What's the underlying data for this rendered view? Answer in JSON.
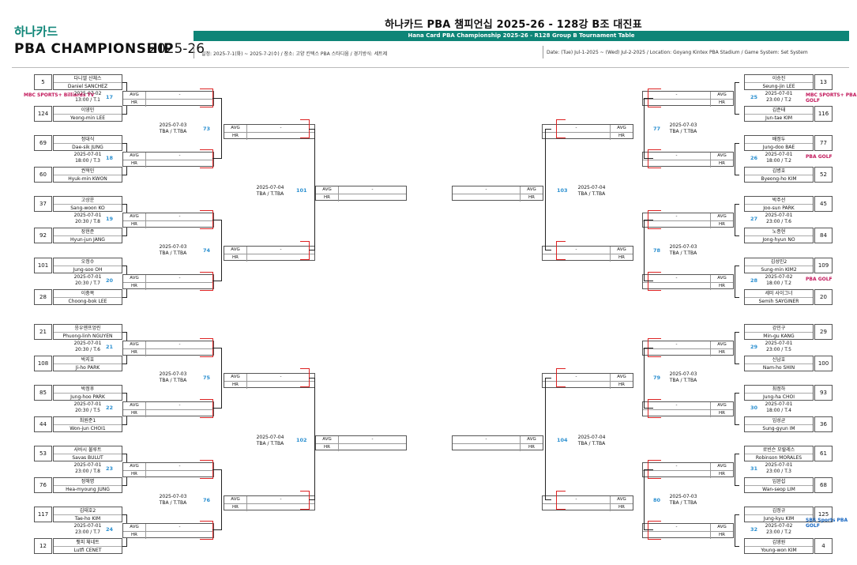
{
  "header": {
    "brand_hana": "하나카드",
    "brand_pba": "PBA CHAMPIONSHIP",
    "brand_year": "2025-26",
    "title": "하나카드 PBA 챔피언십 2025-26 - 128강 B조 대진표",
    "subtitle": "Hana Card PBA Championship 2025-26 - R128 Group B Tournament Table",
    "schedule_kr": "일정: 2025-7-1(화) ~ 2025-7-2(수) / 장소: 고양 킨텍스 PBA 스타디움 / 경기방식: 세트제",
    "schedule_en": "Date: (Tue) Jul-1-2025 ~ (Wed) Jul-2-2025 / Location: Goyang Kintex PBA Stadium / Game System: Set System"
  },
  "labels": {
    "avg": "AVG",
    "hr": "HR",
    "dash": "-"
  },
  "left_r128": [
    {
      "num": "17",
      "date": "2025-07-02",
      "time": "13:00 / T.1",
      "a": {
        "seed": "5",
        "kr": "다니엘 산체스",
        "en": "Daniel SANCHEZ"
      },
      "b": {
        "seed": "124",
        "kr": "이영민",
        "en": "Yeong-min LEE"
      },
      "logo": "MBC SPORTS+ Billiards TV"
    },
    {
      "num": "18",
      "date": "2025-07-01",
      "time": "18:00 / T.3",
      "a": {
        "seed": "69",
        "kr": "정대식",
        "en": "Dae-sik JUNG"
      },
      "b": {
        "seed": "60",
        "kr": "권혁민",
        "en": "Hyuk-min KWON"
      },
      "logo": ""
    },
    {
      "num": "19",
      "date": "2025-07-01",
      "time": "20:30 / T.8",
      "a": {
        "seed": "37",
        "kr": "고상운",
        "en": "Sang-woon KO"
      },
      "b": {
        "seed": "92",
        "kr": "장현준",
        "en": "Hyun-jun JANG"
      },
      "logo": ""
    },
    {
      "num": "20",
      "date": "2025-07-01",
      "time": "20:30 / T.7",
      "a": {
        "seed": "101",
        "kr": "오정수",
        "en": "Jung-soo OH"
      },
      "b": {
        "seed": "28",
        "kr": "이충복",
        "en": "Choong-bok LEE"
      },
      "logo": ""
    },
    {
      "num": "21",
      "date": "2025-07-01",
      "time": "20:30 / T.6",
      "a": {
        "seed": "21",
        "kr": "응우옌프엉린",
        "en": "Phuong-linh NGUYEN"
      },
      "b": {
        "seed": "108",
        "kr": "박지호",
        "en": "Ji-ho PARK"
      },
      "logo": ""
    },
    {
      "num": "22",
      "date": "2025-07-01",
      "time": "20:30 / T.5",
      "a": {
        "seed": "85",
        "kr": "박정후",
        "en": "Jung-hoo PARK"
      },
      "b": {
        "seed": "44",
        "kr": "최원준1",
        "en": "Won-jun CHOI1"
      },
      "logo": ""
    },
    {
      "num": "23",
      "date": "2025-07-01",
      "time": "23:00 / T.8",
      "a": {
        "seed": "53",
        "kr": "사바시 불루트",
        "en": "Savas BULUT"
      },
      "b": {
        "seed": "76",
        "kr": "정해명",
        "en": "Hea-myoung JUNG"
      },
      "logo": ""
    },
    {
      "num": "24",
      "date": "2025-07-01",
      "time": "23:00 / T.7",
      "a": {
        "seed": "117",
        "kr": "김태호2",
        "en": "Tae-ho KIM"
      },
      "b": {
        "seed": "12",
        "kr": "륏피 체네트",
        "en": "Lutfi CENET"
      },
      "logo": ""
    }
  ],
  "right_r128": [
    {
      "num": "25",
      "date": "2025-07-01",
      "time": "23:00 / T.2",
      "a": {
        "seed": "13",
        "kr": "이승진",
        "en": "Seung-jin LEE"
      },
      "b": {
        "seed": "116",
        "kr": "김준태",
        "en": "Jun-tae KIM"
      },
      "logo": "MBC SPORTS+ PBA GOLF"
    },
    {
      "num": "26",
      "date": "2025-07-01",
      "time": "18:00 / T.2",
      "a": {
        "seed": "77",
        "kr": "배정두",
        "en": "Jung-doo BAE"
      },
      "b": {
        "seed": "52",
        "kr": "김병호",
        "en": "Byeong-ho KIM"
      },
      "logo": "PBA GOLF"
    },
    {
      "num": "27",
      "date": "2025-07-01",
      "time": "23:00 / T.6",
      "a": {
        "seed": "45",
        "kr": "박주선",
        "en": "Joo-sun PARK"
      },
      "b": {
        "seed": "84",
        "kr": "노종현",
        "en": "Jong-hyun NO"
      },
      "logo": ""
    },
    {
      "num": "28",
      "date": "2025-07-02",
      "time": "18:00 / T.2",
      "a": {
        "seed": "109",
        "kr": "김성민2",
        "en": "Sung-min KIM2"
      },
      "b": {
        "seed": "20",
        "kr": "세미 사이그너",
        "en": "Semih SAYGINER"
      },
      "logo": "PBA GOLF"
    },
    {
      "num": "29",
      "date": "2025-07-01",
      "time": "23:00 / T.5",
      "a": {
        "seed": "29",
        "kr": "강민구",
        "en": "Min-gu KANG"
      },
      "b": {
        "seed": "100",
        "kr": "신남호",
        "en": "Nam-ho SHIN"
      },
      "logo": ""
    },
    {
      "num": "30",
      "date": "2025-07-01",
      "time": "18:00 / T.4",
      "a": {
        "seed": "93",
        "kr": "최정하",
        "en": "Jung-ha CHOI"
      },
      "b": {
        "seed": "36",
        "kr": "임성균",
        "en": "Sung-gyun IM"
      },
      "logo": ""
    },
    {
      "num": "31",
      "date": "2025-07-01",
      "time": "23:00 / T.3",
      "a": {
        "seed": "61",
        "kr": "로빈슨 모랄레스",
        "en": "Robinson MORALES"
      },
      "b": {
        "seed": "68",
        "kr": "임완섭",
        "en": "Wan-seop LIM"
      },
      "logo": ""
    },
    {
      "num": "32",
      "date": "2025-07-02",
      "time": "23:00 / T.2",
      "a": {
        "seed": "125",
        "kr": "김정규",
        "en": "Jung-kyu KIM"
      },
      "b": {
        "seed": "4",
        "kr": "김영원",
        "en": "Young-won KIM"
      },
      "logo": "SBS Sports PBA GOLF"
    }
  ],
  "left_r64": [
    {
      "num": "73",
      "date": "2025-07-03",
      "time": "TBA / T.TBA"
    },
    {
      "num": "74",
      "date": "2025-07-03",
      "time": "TBA / T.TBA"
    },
    {
      "num": "75",
      "date": "2025-07-03",
      "time": "TBA / T.TBA"
    },
    {
      "num": "76",
      "date": "2025-07-03",
      "time": "TBA / T.TBA"
    }
  ],
  "right_r64": [
    {
      "num": "77",
      "date": "2025-07-03",
      "time": "TBA / T.TBA"
    },
    {
      "num": "78",
      "date": "2025-07-03",
      "time": "TBA / T.TBA"
    },
    {
      "num": "79",
      "date": "2025-07-03",
      "time": "TBA / T.TBA"
    },
    {
      "num": "80",
      "date": "2025-07-03",
      "time": "TBA / T.TBA"
    }
  ],
  "left_r32": [
    {
      "num": "101",
      "date": "2025-07-04",
      "time": "TBA / T.TBA"
    },
    {
      "num": "102",
      "date": "2025-07-04",
      "time": "TBA / T.TBA"
    }
  ],
  "right_r32": [
    {
      "num": "103",
      "date": "2025-07-04",
      "time": "TBA / T.TBA"
    },
    {
      "num": "104",
      "date": "2025-07-04",
      "time": "TBA / T.TBA"
    }
  ]
}
